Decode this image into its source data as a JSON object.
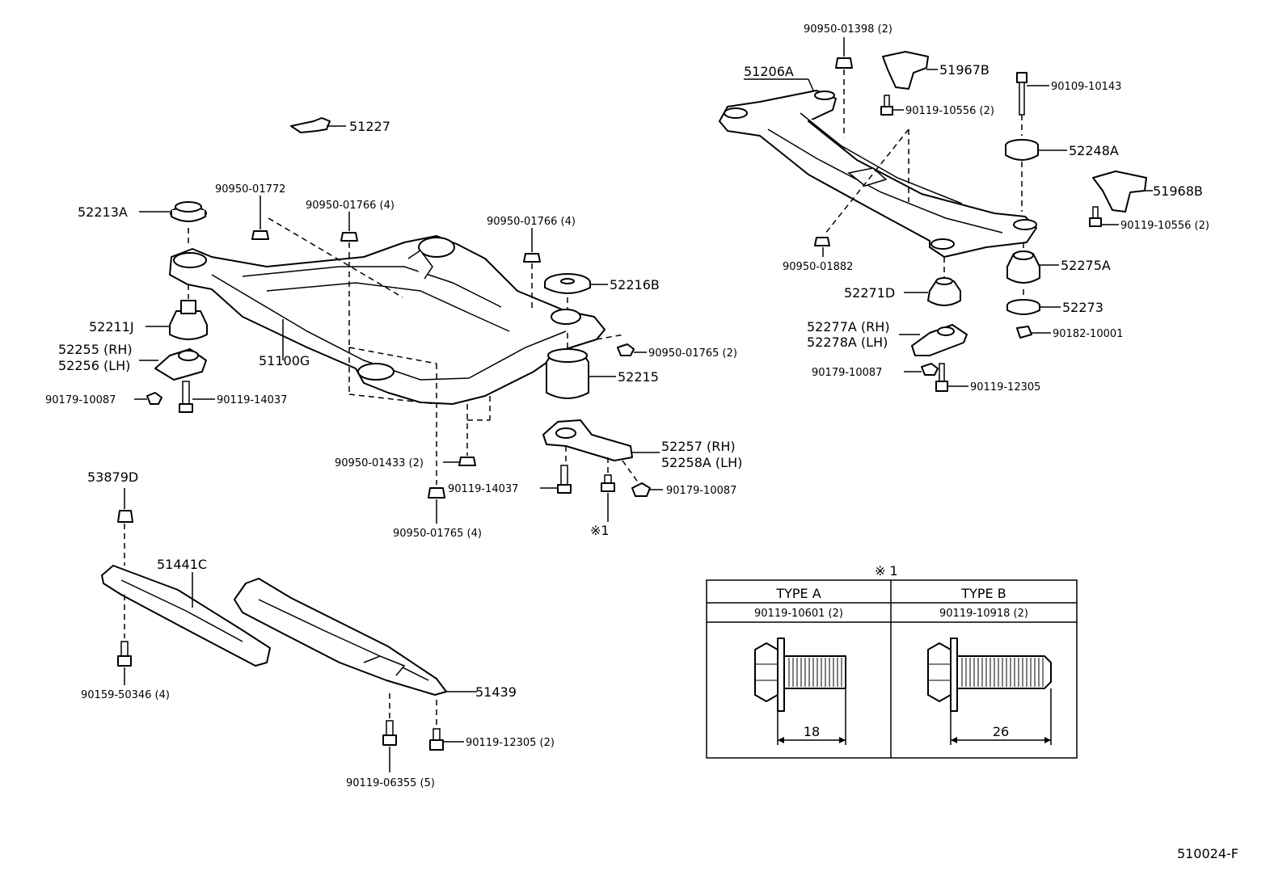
{
  "callouts": {
    "p51227": "51227",
    "p90950_01772": "90950-01772",
    "p90950_01766_4a": "90950-01766 (4)",
    "p90950_01766_4b": "90950-01766 (4)",
    "p52213A": "52213A",
    "p52216B": "52216B",
    "p52211J": "52211J",
    "p52255": "52255 (RH)",
    "p52256": "52256 (LH)",
    "p51100G": "51100G",
    "p90950_01765_2": "90950-01765 (2)",
    "p52215": "52215",
    "p90179_10087_l": "90179-10087",
    "p90119_14037_l": "90119-14037",
    "p52257": "52257   (RH)",
    "p52258A": "52258A (LH)",
    "p90950_01433": "90950-01433 (2)",
    "p90119_14037_c": "90119-14037",
    "p90179_10087_c": "90179-10087",
    "p53879D": "53879D",
    "p90950_01765_4": "90950-01765 (4)",
    "p_ref1": "※1",
    "p51441C": "51441C",
    "p90159_50346": "90159-50346 (4)",
    "p51439": "51439",
    "p90119_12305_2": "90119-12305 (2)",
    "p90119_06355": "90119-06355 (5)",
    "p90950_01398": "90950-01398 (2)",
    "p51206A": "51206A",
    "p51967B": "51967B",
    "p90119_10556_a": "90119-10556 (2)",
    "p90109_10143": "90109-10143",
    "p52248A": "52248A",
    "p51968B": "51968B",
    "p90119_10556_b": "90119-10556 (2)",
    "p90950_01882": "90950-01882",
    "p52271D": "52271D",
    "p52275A": "52275A",
    "p52273": "52273",
    "p52277A": "52277A (RH)",
    "p52278A": "52278A (LH)",
    "p90182_10001": "90182-10001",
    "p90179_10087_r": "90179-10087",
    "p90119_12305_r": "90119-12305"
  },
  "bolt_table": {
    "title": "※ 1",
    "col_a_header": "TYPE A",
    "col_b_header": "TYPE B",
    "col_a_part": "90119-10601 (2)",
    "col_b_part": "90119-10918 (2)",
    "col_a_length": "18",
    "col_b_length": "26"
  },
  "drawing_id": "510024-F"
}
